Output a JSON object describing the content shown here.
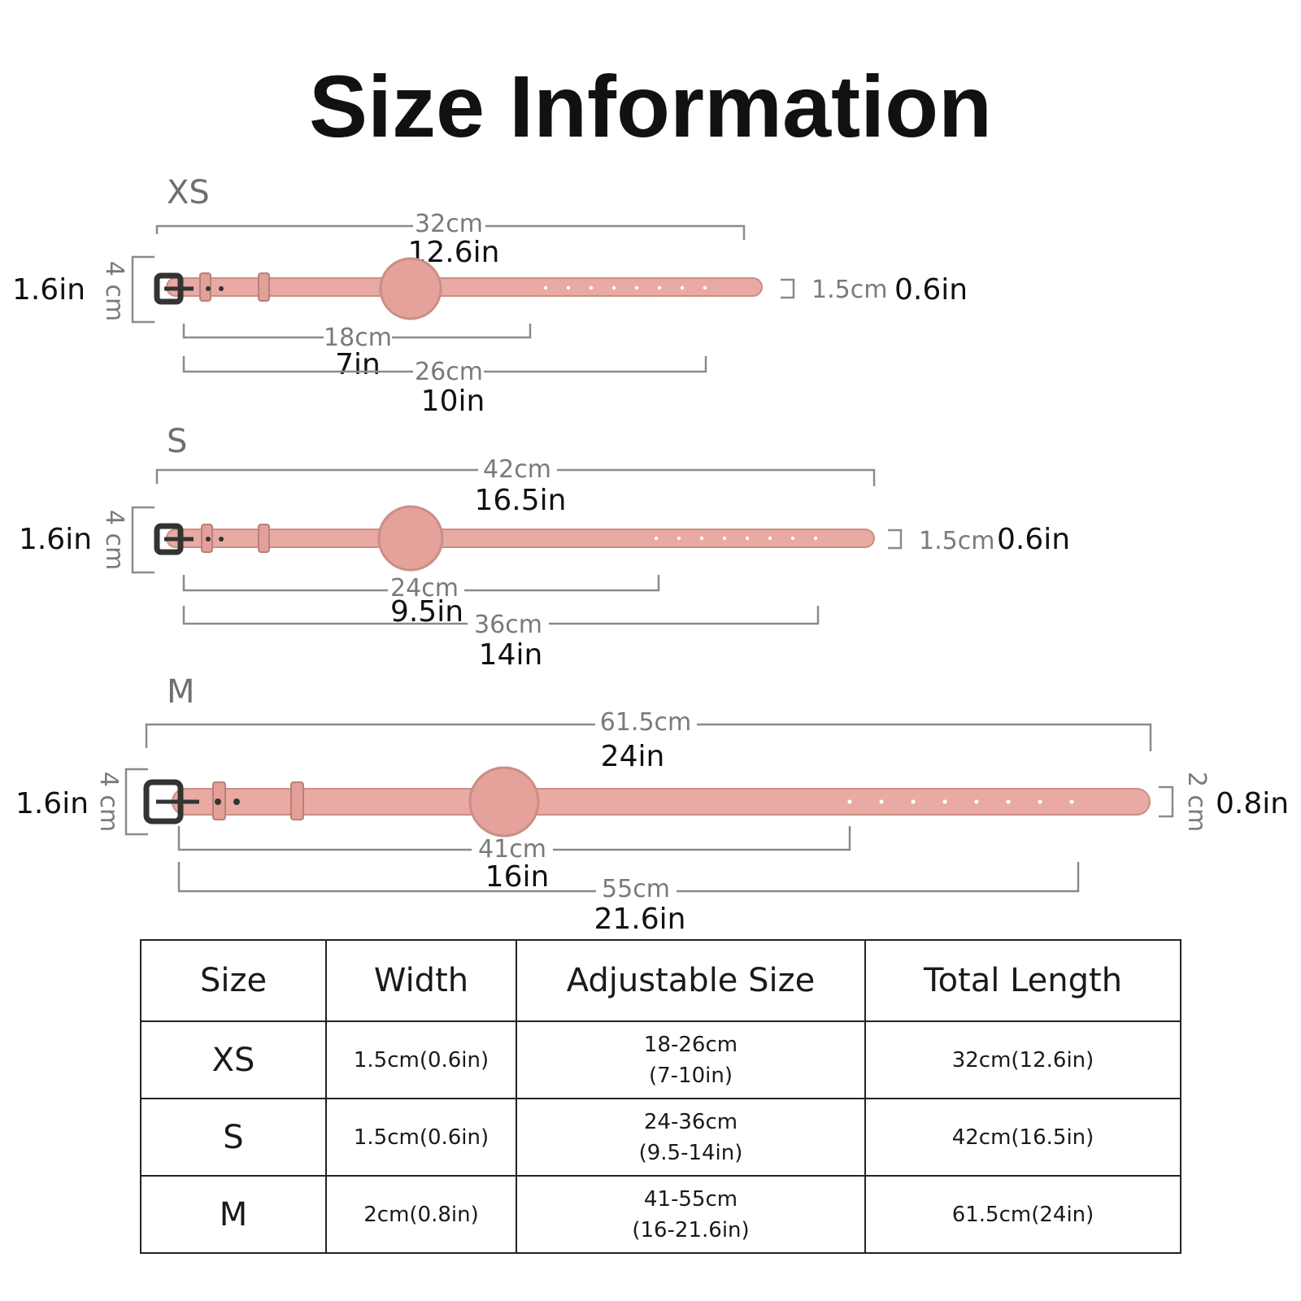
{
  "title": "Size Information",
  "sizes": [
    {
      "label": "XS",
      "total": {
        "cm": "32cm",
        "in": "12.6in"
      },
      "min": {
        "cm": "18cm",
        "in": "7in"
      },
      "max": {
        "cm": "26cm",
        "in": "10in"
      },
      "buckle_height": {
        "cm": "4 cm",
        "in": "1.6in"
      },
      "width": {
        "cm": "1.5cm",
        "in": "0.6in"
      }
    },
    {
      "label": "S",
      "total": {
        "cm": "42cm",
        "in": "16.5in"
      },
      "min": {
        "cm": "24cm",
        "in": "9.5in"
      },
      "max": {
        "cm": "36cm",
        "in": "14in"
      },
      "buckle_height": {
        "cm": "4 cm",
        "in": "1.6in"
      },
      "width": {
        "cm": "1.5cm",
        "in": "0.6in"
      }
    },
    {
      "label": "M",
      "total": {
        "cm": "61.5cm",
        "in": "24in"
      },
      "min": {
        "cm": "41cm",
        "in": "16in"
      },
      "max": {
        "cm": "55cm",
        "in": "21.6in"
      },
      "buckle_height": {
        "cm": "4 cm",
        "in": "1.6in"
      },
      "width": {
        "cm": "2 cm",
        "in": "0.8in"
      }
    }
  ],
  "table": {
    "headers": [
      "Size",
      "Width",
      "Adjustable Size",
      "Total Length"
    ],
    "rows": [
      {
        "size": "XS",
        "width": "1.5cm(0.6in)",
        "adjustable_cm": "18-26cm",
        "adjustable_in": "(7-10in)",
        "total": "32cm(12.6in)"
      },
      {
        "size": "S",
        "width": "1.5cm(0.6in)",
        "adjustable_cm": "24-36cm",
        "adjustable_in": "(9.5-14in)",
        "total": "42cm(16.5in)"
      },
      {
        "size": "M",
        "width": "2cm(0.8in)",
        "adjustable_cm": "41-55cm",
        "adjustable_in": "(16-21.6in)",
        "total": "61.5cm(24in)"
      }
    ]
  },
  "colors": {
    "strap": "#e8aaa2",
    "holder": "#e4a29a",
    "dimension_line": "#8a8a8a",
    "text": "#111111"
  }
}
